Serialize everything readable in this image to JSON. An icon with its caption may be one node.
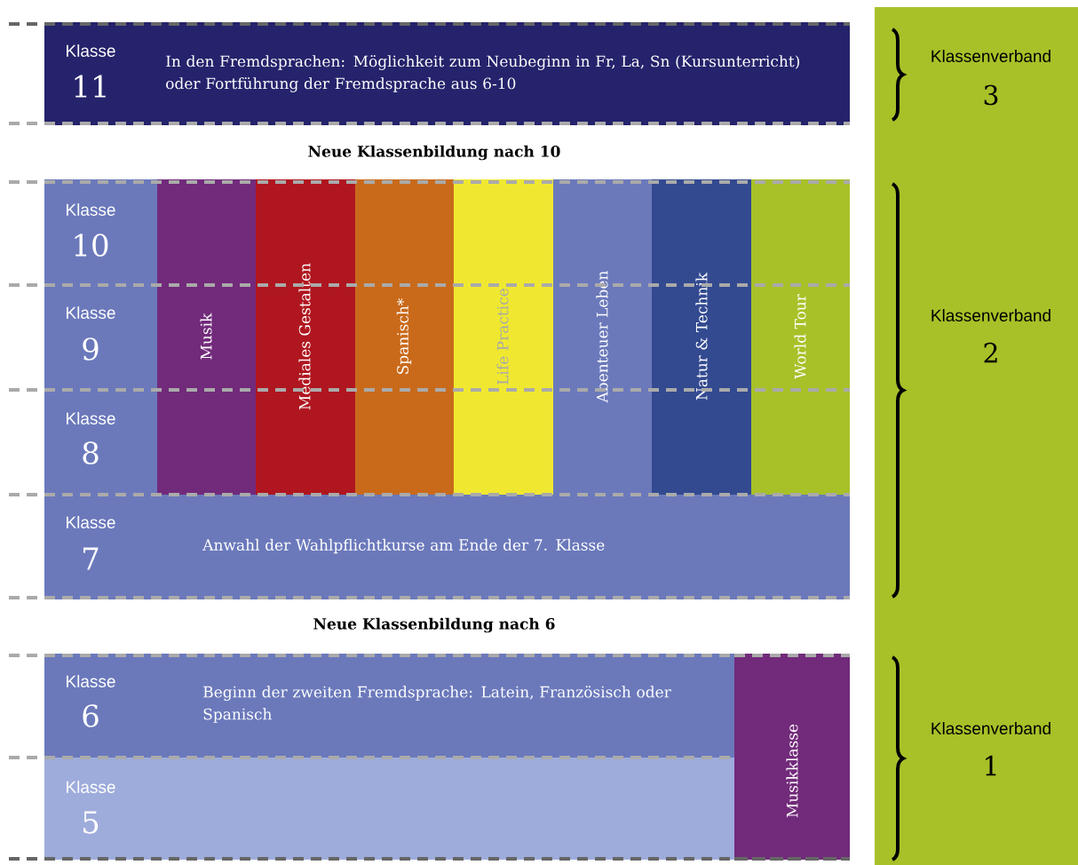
{
  "diagram": {
    "nodes": [
      {
        "text": [
          "Klasse",
          "11",
          "In den Fremdsprachen: Möglichkeit zum Neubeginn in Fr, La, Sn (Kursunterricht) oder Fortführung der Fremdsprache aus 6-10"
        ]
      },
      {
        "text": [
          "Klasse",
          "10"
        ]
      },
      {
        "text": [
          "Klasse",
          "9"
        ]
      },
      {
        "text": [
          "Klasse",
          "8"
        ]
      },
      {
        "text": [
          "Musik"
        ]
      },
      {
        "text": [
          "Mediales Gestalten"
        ]
      },
      {
        "text": [
          "Spanisch*"
        ]
      },
      {
        "text": [
          "Life Practice"
        ]
      },
      {
        "text": [
          "Abenteuer Leben"
        ]
      },
      {
        "text": [
          "Natur & Technik"
        ]
      },
      {
        "text": [
          "World Tour"
        ]
      },
      {
        "text": [
          "Klasse",
          "7",
          "Anwahl der Wahlpflichtkurse am Ende der 7. Klasse"
        ]
      },
      {
        "text": [
          "Klasse",
          "6",
          "Beginn der zweiten Fremdsprache: Latein, Französisch oder Spanisch"
        ]
      },
      {
        "text": [
          "Klasse",
          "5"
        ]
      },
      {
        "text": [
          "Musikklasse"
        ]
      },
      {
        "text": [
          "Klassenverband",
          "3",
          "Klassenverband",
          "2",
          "Klassenverband",
          "1"
        ]
      }
    ],
    "labels": [
      "Neue Klassenbildung nach 10",
      "Neue Klassenbildung nach 6"
    ]
  }
}
